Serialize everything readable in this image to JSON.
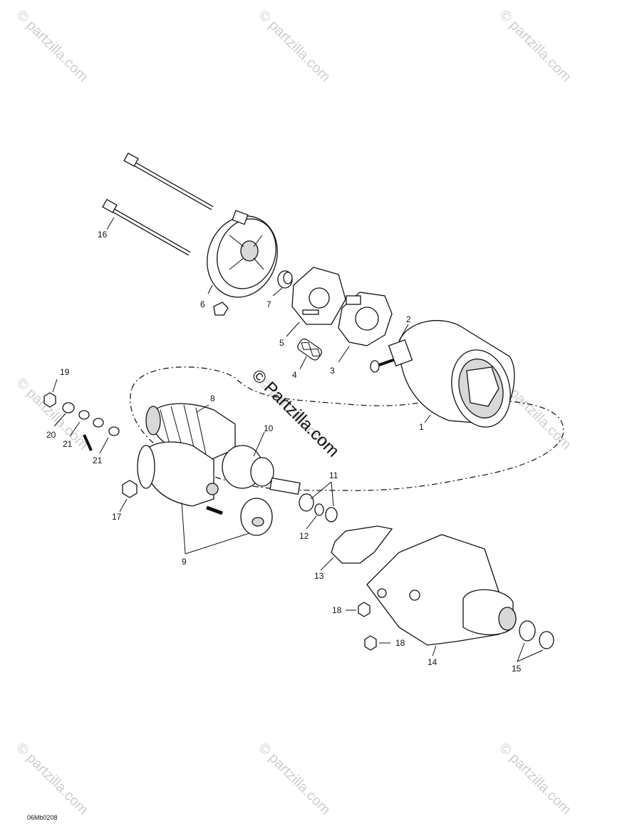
{
  "watermarks": [
    "© partzilla.com",
    "© partzilla.com",
    "© partzilla.com",
    "© partzilla.com",
    "© partzilla.com",
    "© partzilla.com",
    "© partzilla.com",
    "© partzilla.com",
    "© partzilla.com"
  ],
  "center_watermark": "© Partzilla.com",
  "drawing_code": "06Mb0208",
  "labels": [
    "1",
    "2",
    "3",
    "4",
    "5",
    "6",
    "7",
    "8",
    "9",
    "10",
    "11",
    "12",
    "13",
    "14",
    "15",
    "16",
    "17",
    "18",
    "18",
    "19",
    "20",
    "21",
    "21"
  ]
}
